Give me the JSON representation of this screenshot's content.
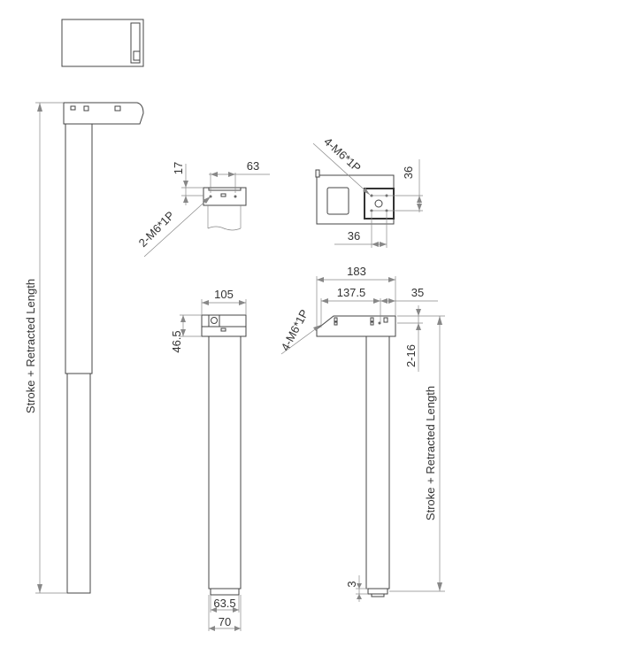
{
  "labels": {
    "stroke_left": "Stroke + Retracted Length",
    "stroke_right": "Stroke + Retracted Length",
    "d17": "17",
    "d63": "63",
    "thread_2": "2-M6*1P",
    "thread_4_top": "4-M6*1P",
    "d36_v": "36",
    "d36_h": "36",
    "d105": "105",
    "d46_5": "46.5",
    "d63_5": "63.5",
    "d70": "70",
    "d183": "183",
    "d137_5": "137.5",
    "d35": "35",
    "d2_16": "2-16",
    "thread_4_side": "4-M6*1P",
    "d3": "3"
  }
}
